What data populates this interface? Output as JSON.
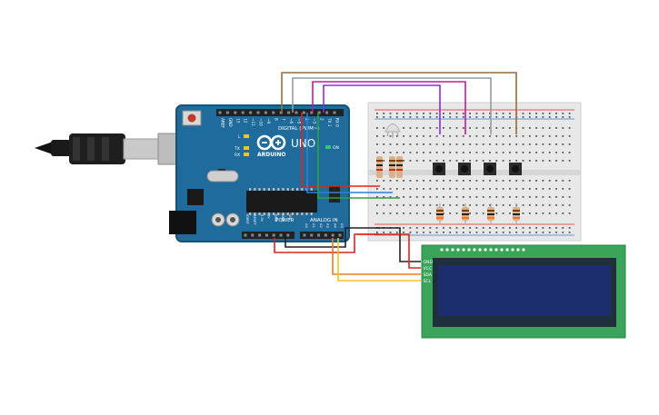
{
  "arduino": {
    "brand": "ARDUINO",
    "model": "UNO",
    "digital_header": "DIGITAL (PWM~)",
    "power_header": "POWER",
    "analog_header": "ANALOG IN",
    "power_pins": [
      "IOREF",
      "RESET",
      "3.3V",
      "5V",
      "GND",
      "GND",
      "Vin"
    ],
    "analog_pins": [
      "A0",
      "A1",
      "A2",
      "A3",
      "A4",
      "A5"
    ],
    "digital_pins": [
      "AREF",
      "GND",
      "13",
      "12",
      "~11",
      "~10",
      "~9",
      "8",
      "7",
      "~6",
      "~5",
      "4",
      "~3",
      "2",
      "TX 1",
      "RX 0"
    ],
    "led_labels": [
      "L",
      "TX",
      "RX"
    ],
    "on_label": "ON"
  },
  "lcd": {
    "pins": [
      "GND",
      "VCC",
      "SDA",
      "SCL"
    ]
  },
  "colors": {
    "board": "#1f6c9c",
    "board_dark": "#155377",
    "breadboard": "#e8e8e8",
    "lcd_pcb": "#3aa45a",
    "lcd_screen": "#1c2e6e",
    "wire_red": "#e2231a",
    "wire_black": "#222222",
    "wire_yellow": "#f5c518",
    "wire_orange": "#f07a1a",
    "wire_green": "#2ea043",
    "wire_blue": "#2f7fd8",
    "wire_purple": "#8a2be2",
    "wire_magenta": "#c01a9c",
    "wire_gray": "#9a9a9a",
    "wire_brown": "#9c6a3a"
  },
  "icons": {
    "usb": "usb-cable-icon",
    "led": "rgb-led-icon"
  }
}
